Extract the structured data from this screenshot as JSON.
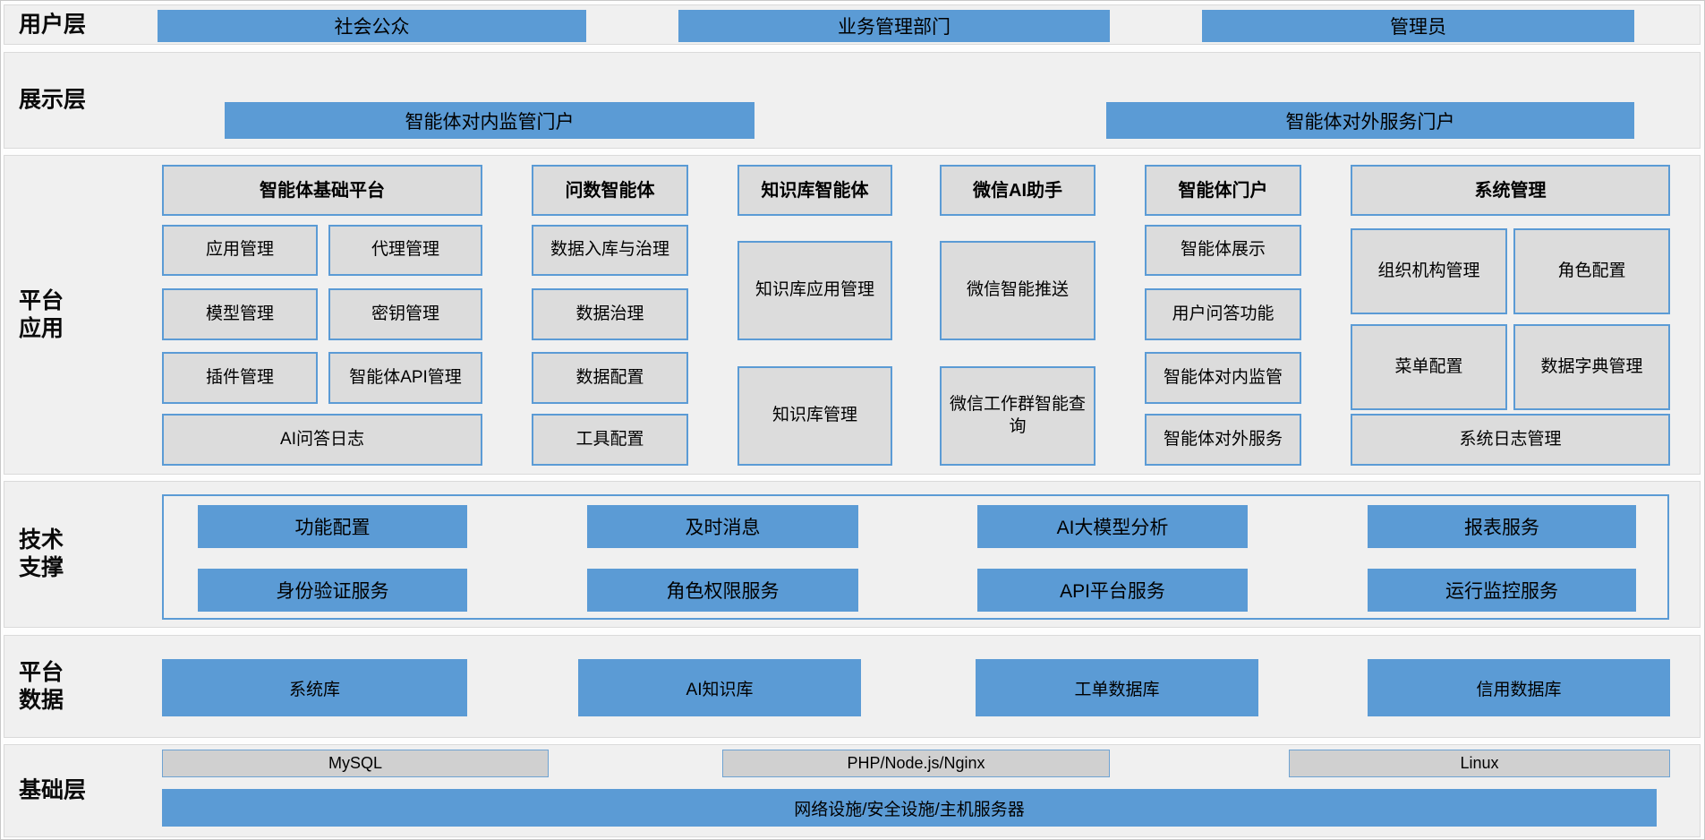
{
  "colors": {
    "accent_blue": "#5b9bd5",
    "box_gray": "#dcdcdc",
    "band_background": "#f0f0f0",
    "infra_gray": "#d0d0d0"
  },
  "user_layer": {
    "label": "用户层",
    "items": [
      "社会公众",
      "业务管理部门",
      "管理员"
    ]
  },
  "display_layer": {
    "label": "展示层",
    "portals": [
      "智能体对内监管门户",
      "智能体对外服务门户"
    ]
  },
  "app_layer": {
    "label_line1": "平台",
    "label_line2": "应用",
    "col1": {
      "header": "智能体基础平台",
      "cells": [
        "应用管理",
        "代理管理",
        "模型管理",
        "密钥管理",
        "插件管理",
        "智能体API管理"
      ],
      "footer": "AI问答日志"
    },
    "col2": {
      "header": "问数智能体",
      "cells": [
        "数据入库与治理",
        "数据治理",
        "数据配置",
        "工具配置"
      ]
    },
    "col3": {
      "header": "知识库智能体",
      "cells": [
        "知识库应用管理",
        "知识库管理"
      ]
    },
    "col4": {
      "header": "微信AI助手",
      "cells": [
        "微信智能推送",
        "微信工作群智能查询"
      ]
    },
    "col5": {
      "header": "智能体门户",
      "cells": [
        "智能体展示",
        "用户问答功能",
        "智能体对内监管",
        "智能体对外服务"
      ]
    },
    "col6": {
      "header": "系统管理",
      "cells": [
        "组织机构管理",
        "角色配置",
        "菜单配置",
        "数据字典管理"
      ],
      "footer": "系统日志管理"
    }
  },
  "tech_layer": {
    "label_line1": "技术",
    "label_line2": "支撑",
    "row1": [
      "功能配置",
      "及时消息",
      "AI大模型分析",
      "报表服务"
    ],
    "row2": [
      "身份验证服务",
      "角色权限服务",
      "API平台服务",
      "运行监控服务"
    ]
  },
  "data_layer": {
    "label_line1": "平台",
    "label_line2": "数据",
    "items": [
      "系统库",
      "AI知识库",
      "工单数据库",
      "信用数据库"
    ]
  },
  "infra_layer": {
    "label": "基础层",
    "tech_boxes": [
      "MySQL",
      "PHP/Node.js/Nginx",
      "Linux"
    ],
    "base_bar": "网络设施/安全设施/主机服务器"
  }
}
